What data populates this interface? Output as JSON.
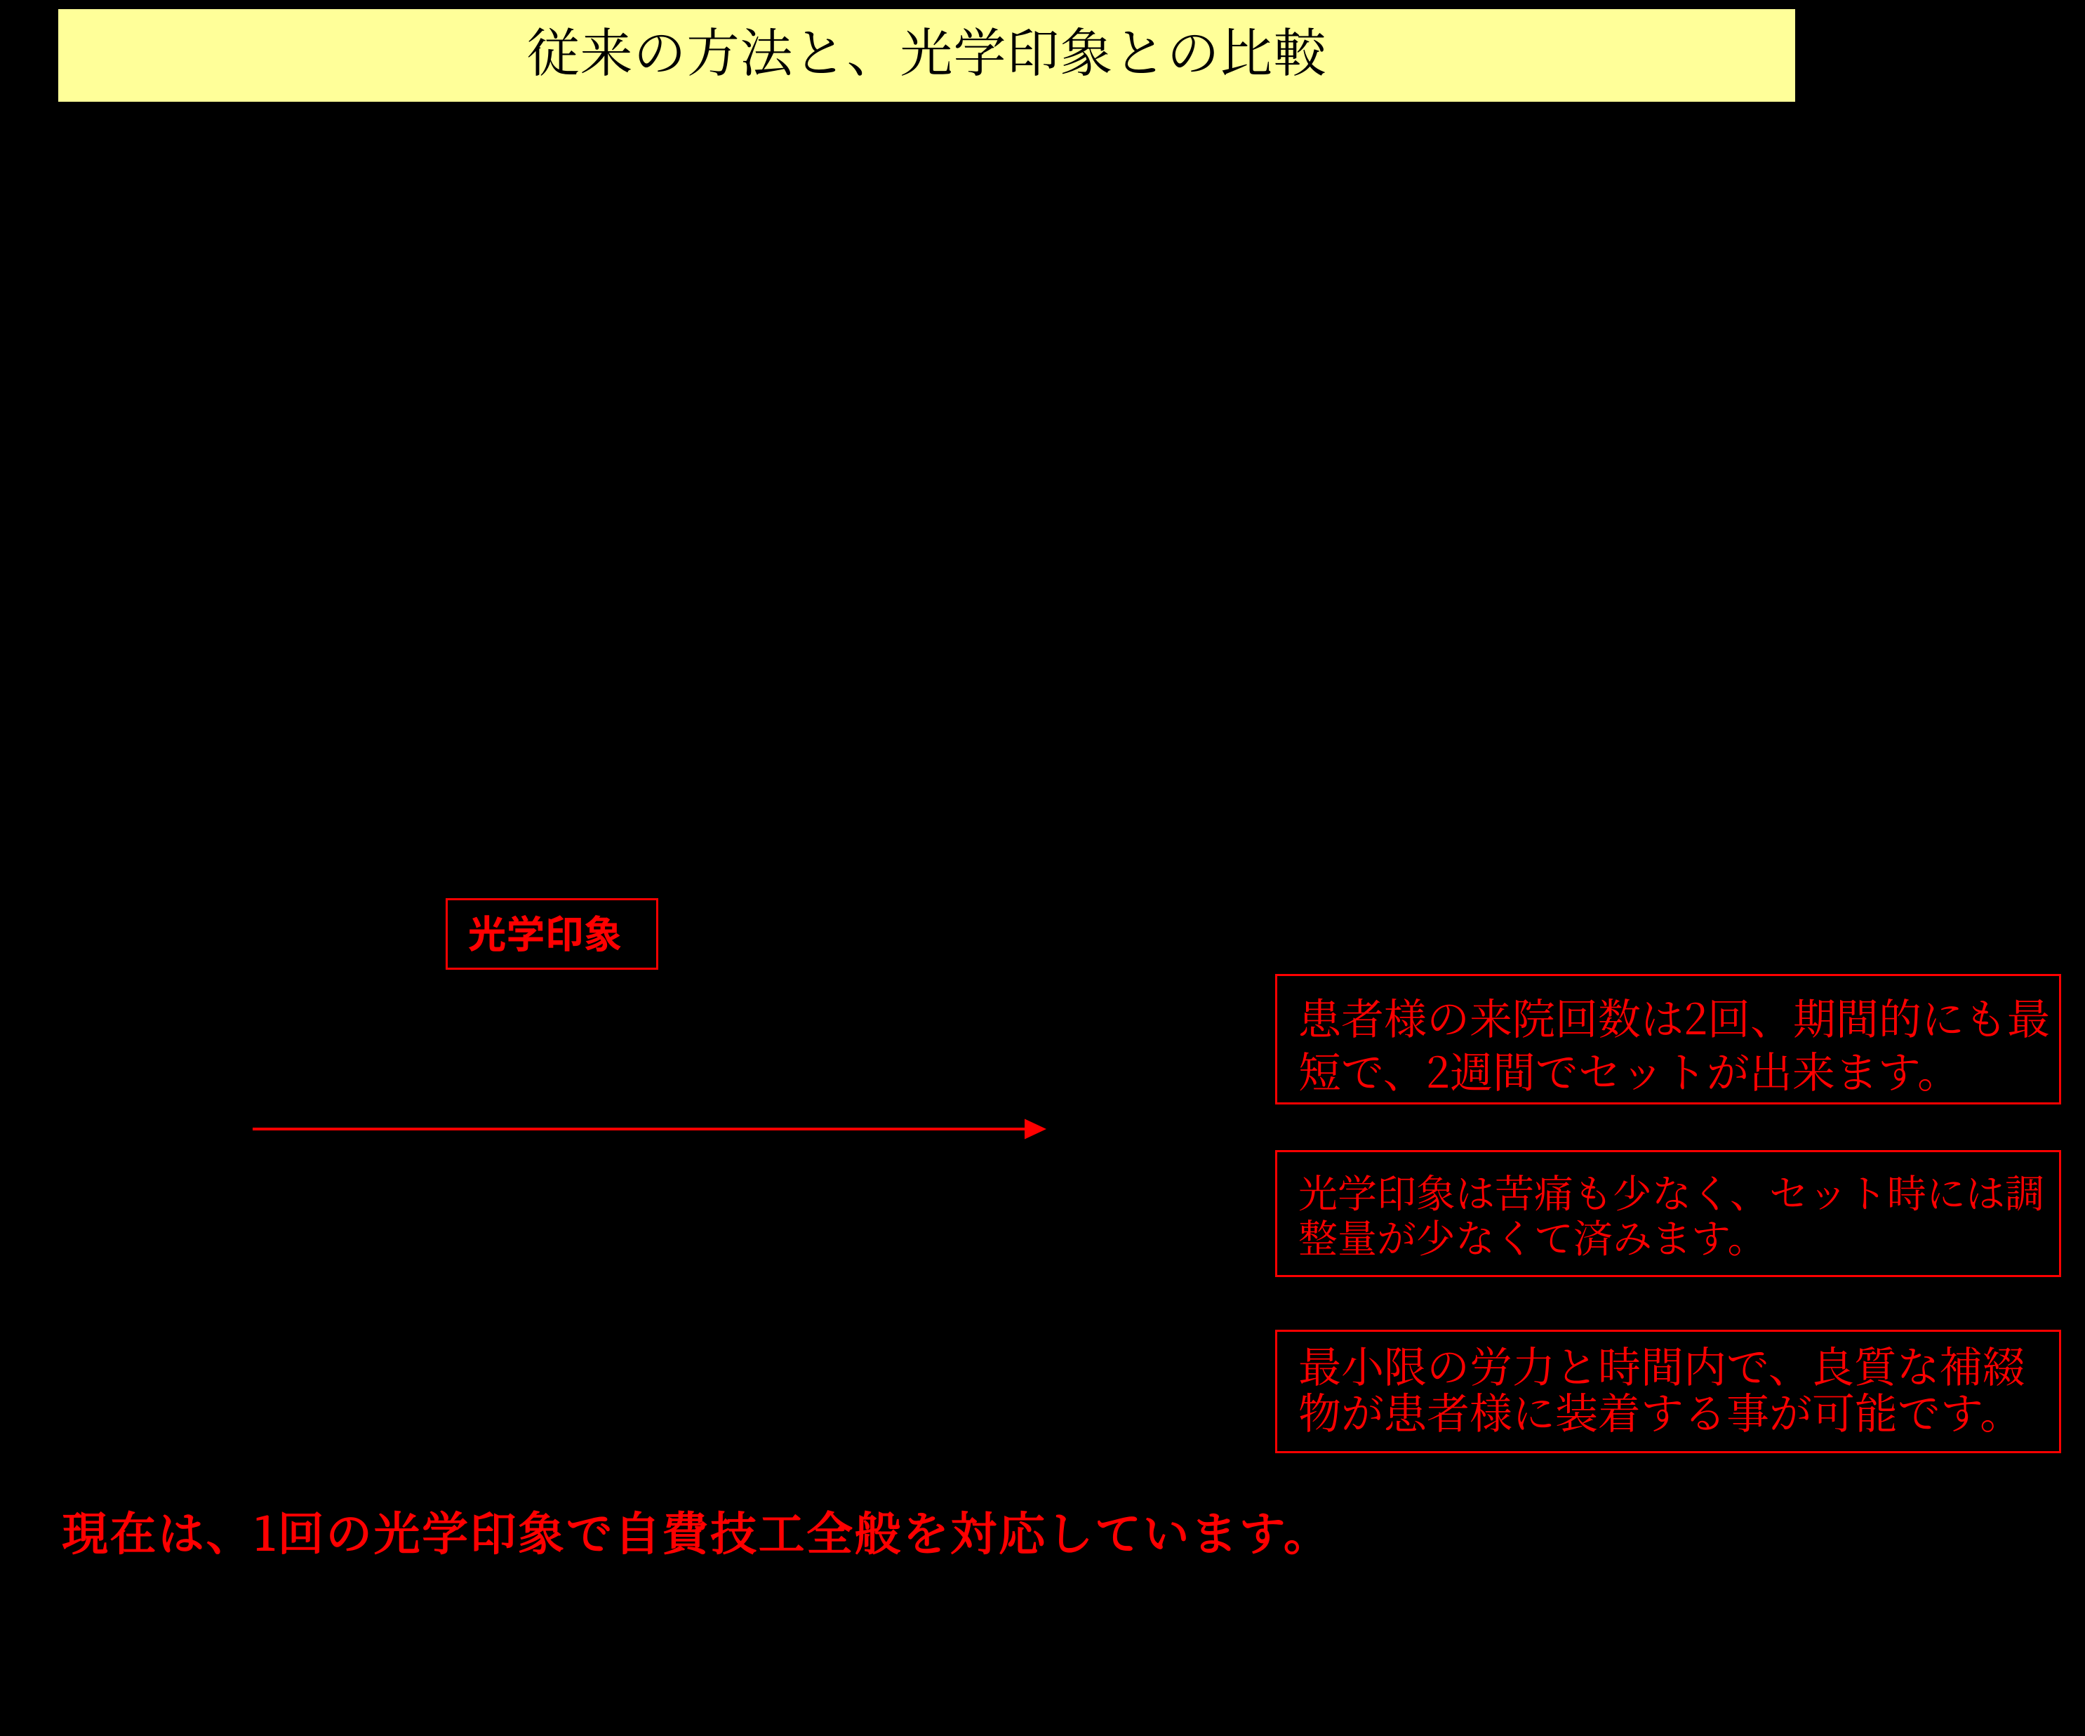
{
  "slide": {
    "background": "#000000",
    "accent_red": "#FF0000",
    "title": {
      "text": "従来の方法と、光学印象との比較",
      "bg": "#FFFF99",
      "color": "#000000"
    },
    "flow_label": {
      "text": "光学印象",
      "color": "#FF0000"
    },
    "arrow": {
      "semantic": "right-arrow",
      "color": "#FF0000"
    },
    "callouts": [
      {
        "text": "患者様の来院回数は2回、期間的にも最短で、2週間でセットが出来ます。",
        "lines": [
          "患者様の来院回数は2回、期間的にも最",
          "短で、2週間でセットが出来ます。"
        ]
      },
      {
        "text": "光学印象は苦痛も少なく、セット時には調整量が少なくて済みます。",
        "lines": [
          "光学印象は苦痛も少なく、セット時には調",
          "整量が少なくて済みます。"
        ]
      },
      {
        "text": "最小限の労力と時間内で、良質な補綴物が患者様に装着する事が可能です。",
        "lines": [
          "最小限の労力と時間内で、良質な補綴",
          "物が患者様に装着する事が可能です。"
        ]
      }
    ],
    "footer": {
      "text": "現在は、1回の光学印象で自費技工全般を対応しています。",
      "color": "#FF0000"
    }
  }
}
